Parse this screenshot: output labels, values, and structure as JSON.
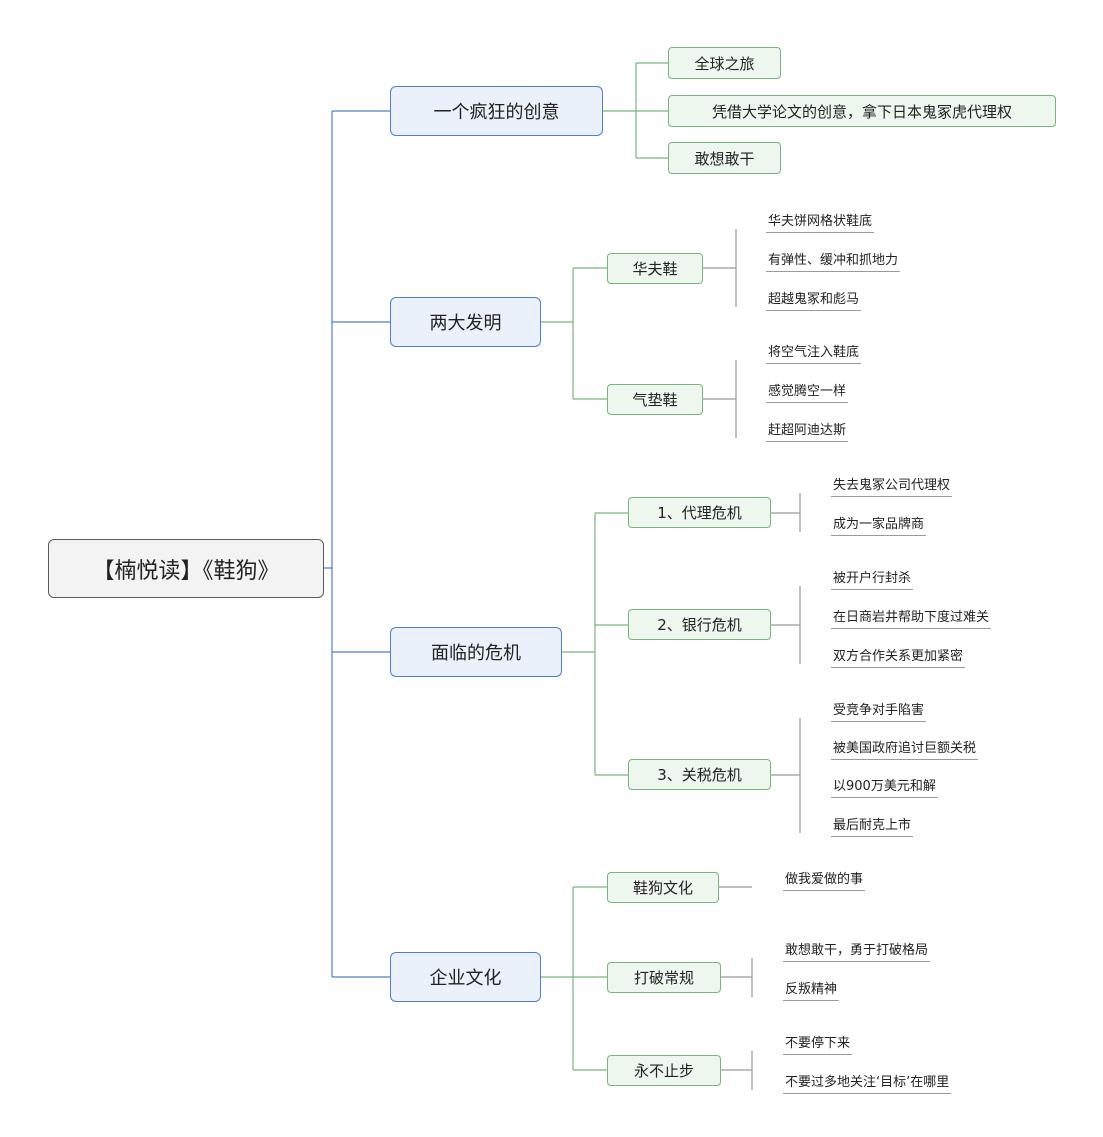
{
  "root": "【楠悦读】《鞋狗》",
  "topics": [
    {
      "label": "一个疯狂的创意",
      "children": [
        {
          "label": "全球之旅",
          "children": []
        },
        {
          "label": "凭借大学论文的创意，拿下日本鬼冢虎代理权",
          "children": []
        },
        {
          "label": "敢想敢干",
          "children": []
        }
      ]
    },
    {
      "label": "两大发明",
      "children": [
        {
          "label": "华夫鞋",
          "children": [
            "华夫饼网格状鞋底",
            "有弹性、缓冲和抓地力",
            "超越鬼冢和彪马"
          ]
        },
        {
          "label": "气垫鞋",
          "children": [
            "将空气注入鞋底",
            "感觉腾空一样",
            "赶超阿迪达斯"
          ]
        }
      ]
    },
    {
      "label": "面临的危机",
      "children": [
        {
          "label": "1、代理危机",
          "children": [
            "失去鬼冢公司代理权",
            "成为一家品牌商"
          ]
        },
        {
          "label": "2、银行危机",
          "children": [
            "被开户行封杀",
            "在日商岩井帮助下度过难关",
            "双方合作关系更加紧密"
          ]
        },
        {
          "label": "3、关税危机",
          "children": [
            "受竞争对手陷害",
            "被美国政府追讨巨额关税",
            "以900万美元和解",
            "最后耐克上市"
          ]
        }
      ]
    },
    {
      "label": "企业文化",
      "children": [
        {
          "label": "鞋狗文化",
          "children": [
            "做我爱做的事"
          ]
        },
        {
          "label": "打破常规",
          "children": [
            "敢想敢干，勇于打破格局",
            "反叛精神"
          ]
        },
        {
          "label": "永不止步",
          "children": [
            "不要停下来",
            "不要过多地关注‘目标’在哪里"
          ]
        }
      ]
    }
  ],
  "colors": {
    "root_border": "#5a5a5a",
    "level1_border": "#4f7fc4",
    "level2_border": "#79b37e",
    "level3_underline": "#9a9a9a"
  }
}
